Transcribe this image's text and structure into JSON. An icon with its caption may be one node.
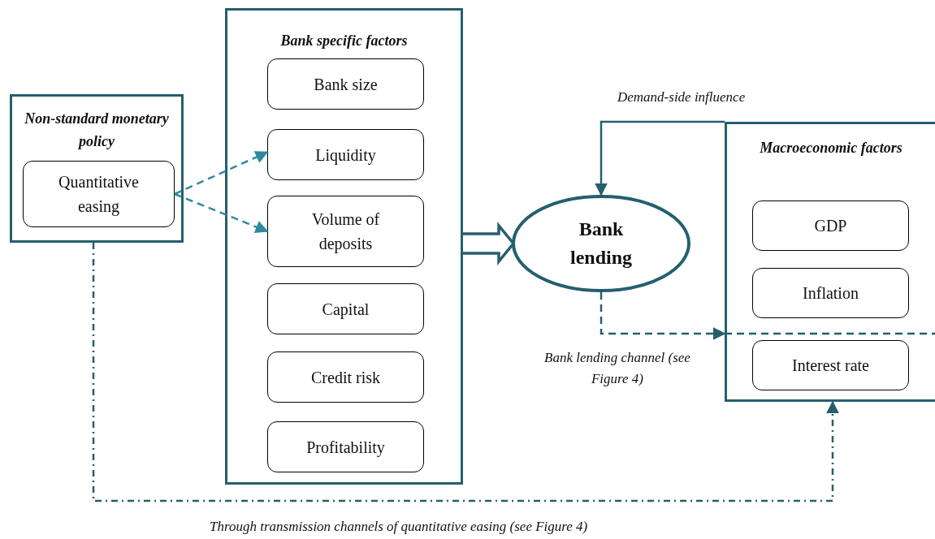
{
  "diagram": {
    "nodes": [
      {
        "text": [
          "Non-standard monetary policy"
        ]
      },
      {
        "text": [
          "Quantitative easing"
        ],
        "in": 0
      },
      {
        "text": [
          "Bank specific factors"
        ]
      },
      {
        "text": [
          "Bank size"
        ],
        "in": 2
      },
      {
        "text": [
          "Liquidity"
        ],
        "in": 2
      },
      {
        "text": [
          "Volume of deposits"
        ],
        "in": 2
      },
      {
        "text": [
          "Capital"
        ],
        "in": 2
      },
      {
        "text": [
          "Credit risk"
        ],
        "in": 2
      },
      {
        "text": [
          "Profitability"
        ],
        "in": 2
      },
      {
        "text": [
          "Bank lending"
        ]
      },
      {
        "text": [
          "Macroeconomic factors"
        ]
      },
      {
        "text": [
          "GDP"
        ],
        "in": 10
      },
      {
        "text": [
          "Inflation"
        ],
        "in": 10
      },
      {
        "text": [
          "Interest rate"
        ],
        "in": 10
      }
    ],
    "edges": [
      {
        "from": 1,
        "to": 4,
        "arrow": "to",
        "style": "dashed",
        "color": "#2f8a9e"
      },
      {
        "from": 1,
        "to": 5,
        "arrow": "to",
        "style": "dashed",
        "color": "#2f8a9e"
      },
      {
        "from": 2,
        "to": 9,
        "arrow": "to",
        "style": "thick"
      },
      {
        "from": 10,
        "to": 9,
        "arrow": "to",
        "label": "Demand-side influence"
      },
      {
        "from": 9,
        "to": 10,
        "arrow": "to",
        "style": "dashed",
        "label": "Bank lending channel (see Figure 4)"
      },
      {
        "from": 0,
        "to": 10,
        "arrow": "to",
        "style": "dashed",
        "label": "Through transmission channels of quantitative easing (see Figure 4)"
      }
    ]
  }
}
